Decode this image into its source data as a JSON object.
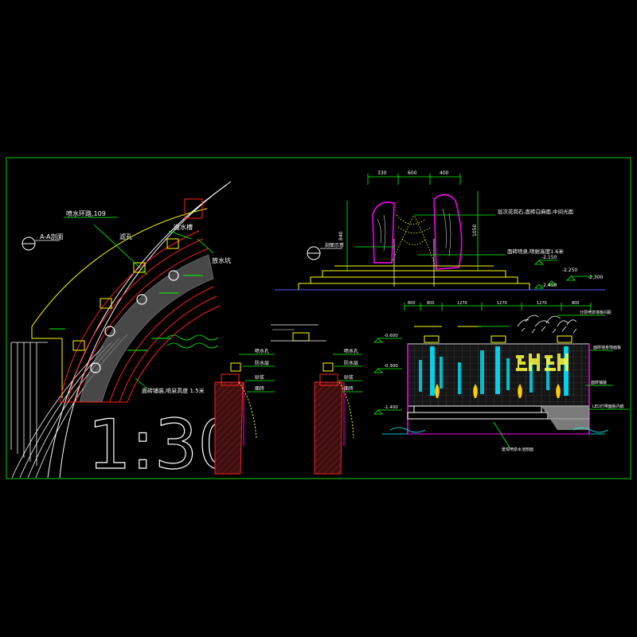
{
  "drawing": {
    "scale_label": "1:30",
    "plan": {
      "section_tag": "A-A剖面",
      "labels": [
        "喷水环路,109",
        "滤孔",
        "溢水槽",
        "放水坑",
        "面砖铺装,喷泉高度 1.5米"
      ]
    },
    "elevation_top": {
      "dimensions": [
        "330",
        "600",
        "400"
      ],
      "height_labels": [
        "1050",
        "840"
      ],
      "notes": [
        "层次花岗石,面砖白麻面,中间光面",
        "面砖喷泉,喷射高度1.6米"
      ],
      "levels": [
        "-2.150",
        "-2.250",
        "-2.300",
        "-2.450"
      ],
      "tag": "剖面示意"
    },
    "elevation_bottom": {
      "dimensions": [
        "800",
        "800",
        "1270",
        "1270",
        "1270",
        "800"
      ],
      "right_notes": [
        "分层喷泉墙板间距",
        "面砖墙身饰面板",
        "面砖铺装",
        "LED灯带面板内嵌"
      ],
      "bottom_note": "景观喷泉水池剖面",
      "left_levels": [
        "-0.600",
        "-0.300",
        "-1.400"
      ]
    },
    "sections": {
      "left_notes": [
        "喷水孔",
        "防水层",
        "砂浆",
        "面砖"
      ],
      "right_notes": [
        "喷水孔",
        "防水层",
        "砂浆",
        "面砖"
      ]
    }
  },
  "colors": {
    "background": "#000000",
    "frame": "#00cc00",
    "red": "#ff2020",
    "white": "#ffffff",
    "yellow": "#ffff00",
    "green": "#00ff00",
    "cyan": "#00ffff",
    "magenta": "#ff00ff",
    "blue": "#4060ff"
  }
}
